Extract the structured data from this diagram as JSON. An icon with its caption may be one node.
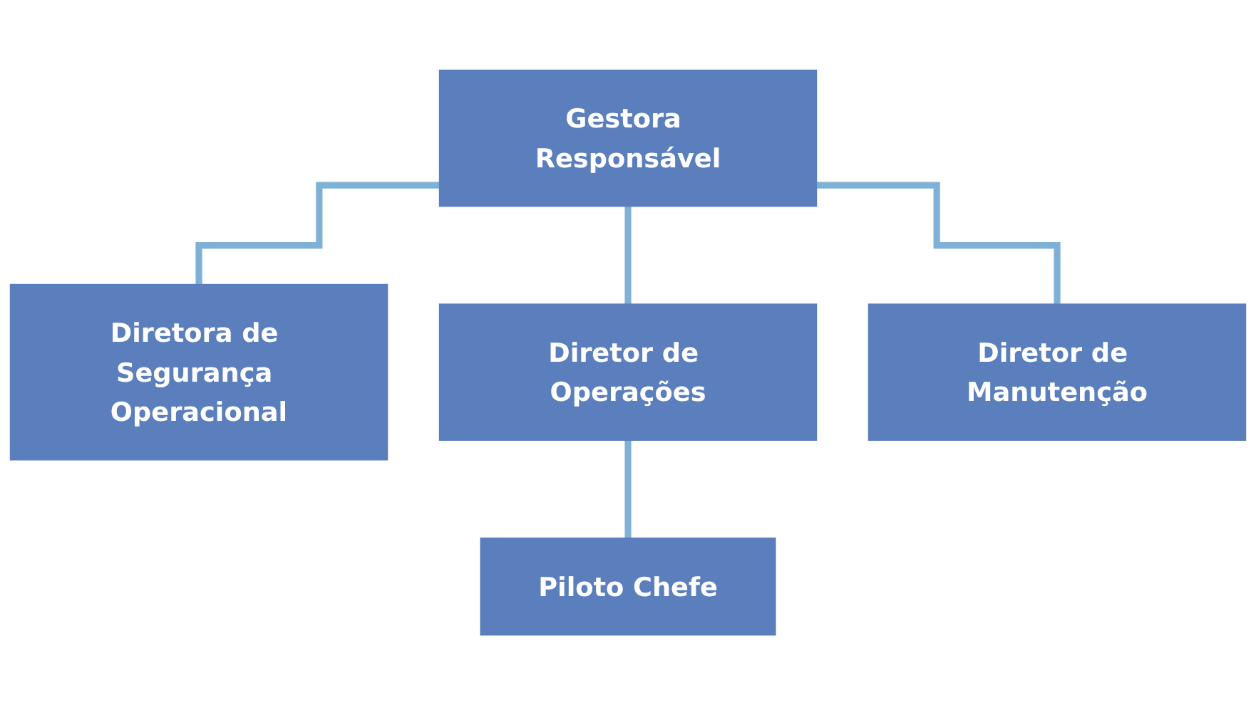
{
  "diagram": {
    "nodes": [
      {
        "text": [
          "Gestora Responsável"
        ]
      },
      {
        "text": [
          "Diretora de Segurança Operacional"
        ]
      },
      {
        "text": [
          "Diretor de Operações"
        ]
      },
      {
        "text": [
          "Diretor de Manutenção"
        ]
      },
      {
        "text": [
          "Piloto Chefe"
        ]
      }
    ],
    "edges": [
      {
        "from": 0,
        "to": 1,
        "arrow": "none"
      },
      {
        "from": 0,
        "to": 2,
        "arrow": "none"
      },
      {
        "from": 0,
        "to": 3,
        "arrow": "none"
      },
      {
        "from": 2,
        "to": 4,
        "arrow": "none"
      }
    ]
  }
}
